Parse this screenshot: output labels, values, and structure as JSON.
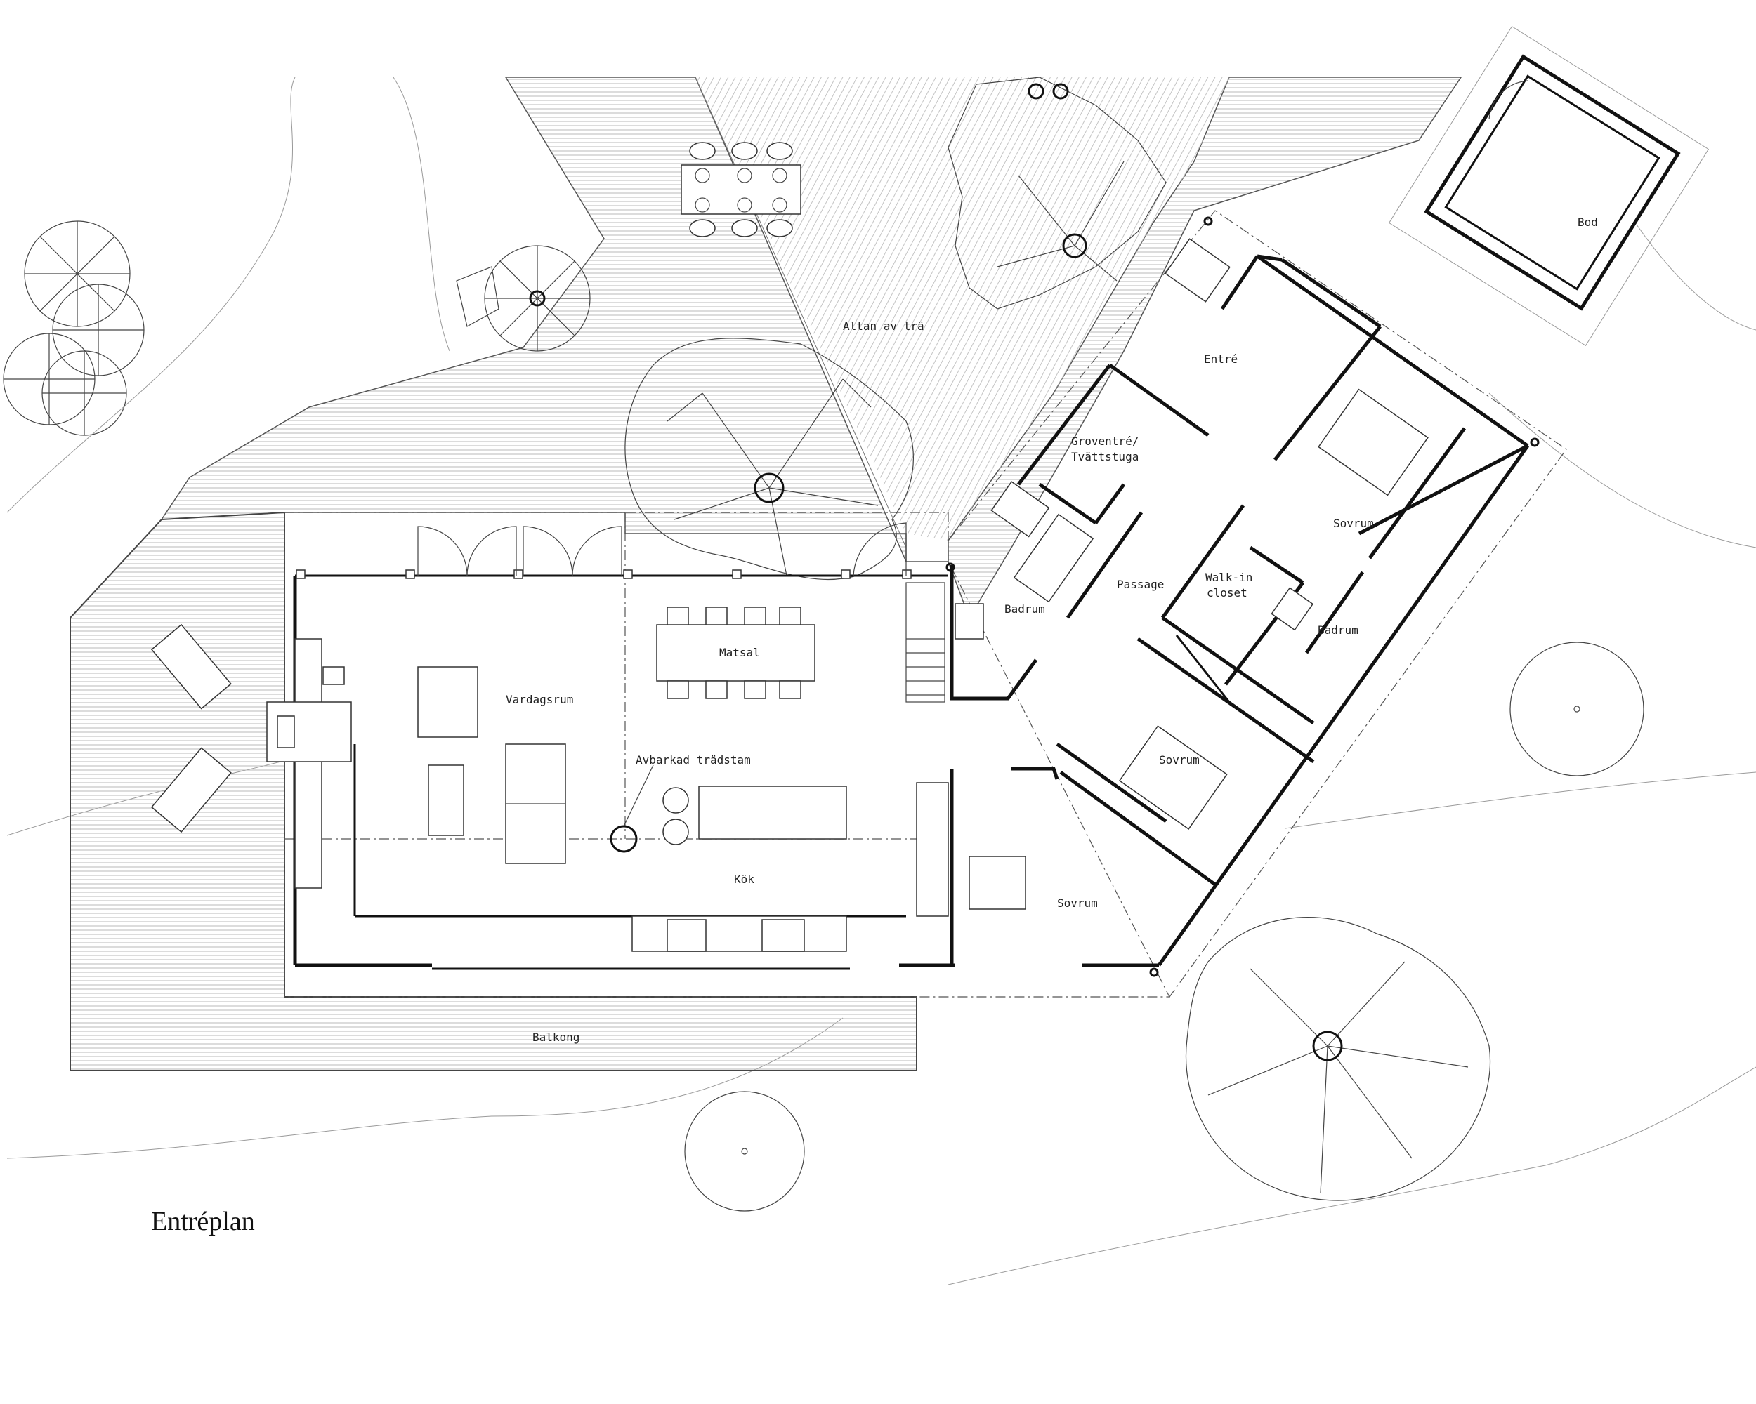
{
  "title": "Entréplan",
  "rooms": {
    "altan": "Altan av trä",
    "bod": "Bod",
    "entre": "Entré",
    "groventre_line1": "Groventré/",
    "groventre_line2": "Tvättstuga",
    "sovrum_master": "Sovrum",
    "badrum_left": "Badrum",
    "passage": "Passage",
    "walkin_line1": "Walk-in",
    "walkin_line2": "closet",
    "badrum_right": "Badrum",
    "vardagsrum": "Vardagsrum",
    "matsal": "Matsal",
    "tradstam": "Avbarkad trädstam",
    "sovrum_mid": "Sovrum",
    "sovrum_small": "Sovrum",
    "kok": "Kök",
    "balkong": "Balkong"
  }
}
